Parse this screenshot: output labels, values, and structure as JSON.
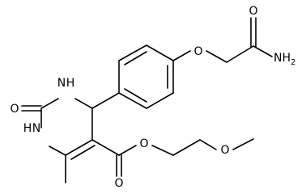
{
  "molecule": {
    "atom_labels": {
      "o_ether": "O",
      "o_amide": "O",
      "nh2": "NH",
      "nh2_sub": "2",
      "n1": "N",
      "n1_h": "H",
      "n3": "N",
      "n3_h": "H",
      "o_ring": "O",
      "o_carbonyl": "O",
      "o_ester": "O",
      "o_methoxy": "O"
    }
  }
}
